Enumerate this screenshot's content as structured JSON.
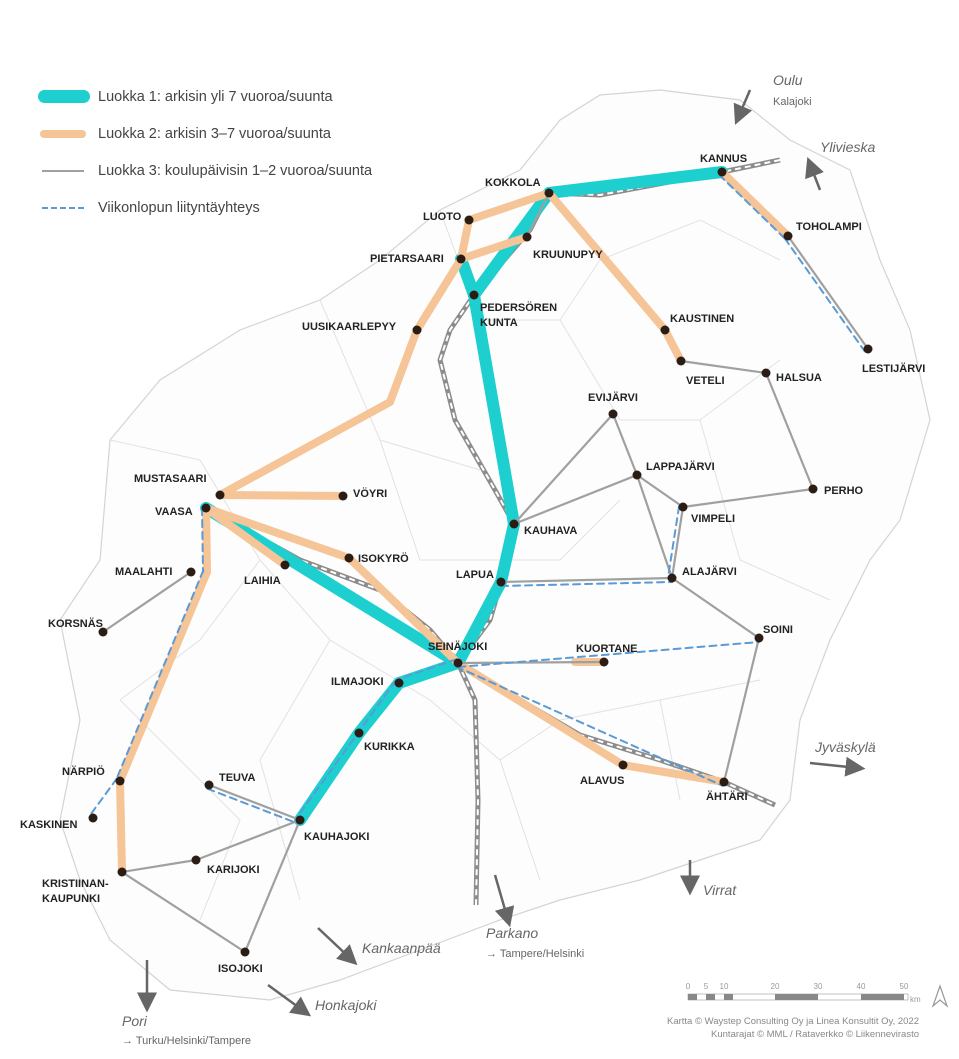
{
  "legend": {
    "class1": "Luokka  1: arkisin yli 7 vuoroa/suunta",
    "class2": "Luokka  2: arkisin 3–7 vuoroa/suunta",
    "class3": "Luokka  3: koulupäivisin  1–2 vuoroa/suunta",
    "weekend": "Viikonlopun  liityntäyhteys"
  },
  "colors": {
    "class1": "#1ecfd0",
    "class2": "#f5c497",
    "class3": "#a0a0a0",
    "weekend": "#5b9bd5",
    "node": "#2b1d14"
  },
  "nodes": {
    "kannus": "KANNUS",
    "kokkola": "KOKKOLA",
    "luoto": "LUOTO",
    "pietarsaari": "PIETARSAARI",
    "kruunupyy": "KRUUNUPYY",
    "pedersore1": "PEDERSÖREN",
    "pedersore2": "KUNTA",
    "uusikaarlepyy": "UUSIKAARLEPYY",
    "kaustinen": "KAUSTINEN",
    "veteli": "VETELI",
    "halsua": "HALSUA",
    "toholampi": "TOHOLAMPI",
    "lestijarvi": "LESTIJÄRVI",
    "evijarvi": "EVIJÄRVI",
    "lappajarvi": "LAPPAJÄRVI",
    "vimpeli": "VIMPELI",
    "perho": "PERHO",
    "alajarvi": "ALAJÄRVI",
    "kauhava": "KAUHAVA",
    "lapua": "LAPUA",
    "soini": "SOINI",
    "kuortane": "KUORTANE",
    "seinajoki": "SEINÄJOKI",
    "ilmajoki": "ILMAJOKI",
    "kurikka": "KURIKKA",
    "kauhajoki": "KAUHAJOKI",
    "teuva": "TEUVA",
    "karijoki": "KARIJOKI",
    "isojoki": "ISOJOKI",
    "kristiinankaupunki1": "KRISTIINAN-",
    "kristiinankaupunki2": "KAUPUNKI",
    "narpio": "NÄRPIÖ",
    "kaskinen": "KASKINEN",
    "korsnas": "KORSNÄS",
    "maalahti": "MAALAHTI",
    "vaasa": "VAASA",
    "mustasaari": "MUSTASAARI",
    "voyri": "VÖYRI",
    "laihia": "LAIHIA",
    "isokyro": "ISOKYRÖ",
    "alavus": "ALAVUS",
    "ahtari": "ÄHTÄRI"
  },
  "routes": {
    "class1": [
      [
        "kannus",
        "kokkola"
      ],
      [
        "kokkola",
        "pedersore"
      ],
      [
        "pietarsaari",
        "pedersore"
      ],
      [
        "pedersore",
        "kauhava"
      ],
      [
        "kauhava",
        "lapua"
      ],
      [
        "lapua",
        "seinajoki"
      ],
      [
        "vaasa",
        "seinajoki"
      ],
      [
        "seinajoki",
        "ilmajoki"
      ],
      [
        "ilmajoki",
        "kurikka"
      ],
      [
        "kurikka",
        "kauhajoki"
      ]
    ],
    "class2": [
      [
        "kokkola",
        "luoto"
      ],
      [
        "luoto",
        "pietarsaari"
      ],
      [
        "pietarsaari",
        "kruunupyy"
      ],
      [
        "kokkola",
        "kaustinen"
      ],
      [
        "kaustinen",
        "veteli"
      ],
      [
        "kannus",
        "toholampi"
      ],
      [
        "pietarsaari",
        "uusikaarlepyy"
      ],
      [
        "uusikaarlepyy",
        "bend1"
      ],
      [
        "bend1",
        "mustasaari"
      ],
      [
        "mustasaari",
        "voyri"
      ],
      [
        "vaasa",
        "laihia"
      ],
      [
        "vaasa",
        "isokyro"
      ],
      [
        "isokyro",
        "seinajoki"
      ],
      [
        "vaasa",
        "bend2"
      ],
      [
        "bend2",
        "narpio"
      ],
      [
        "narpio",
        "kristiinankaupunki"
      ],
      [
        "seinajoki",
        "alavus"
      ],
      [
        "alavus",
        "ahtari"
      ],
      [
        "kuortane",
        "kuortane2"
      ]
    ],
    "class3": [
      [
        "toholampi",
        "lestijarvi"
      ],
      [
        "veteli",
        "halsua"
      ],
      [
        "halsua",
        "perho"
      ],
      [
        "kauhava",
        "evijarvi"
      ],
      [
        "kauhava",
        "lappajarvi"
      ],
      [
        "evijarvi",
        "lappajarvi"
      ],
      [
        "lappajarvi",
        "alajarvi"
      ],
      [
        "lappajarvi",
        "vimpeli"
      ],
      [
        "vimpeli",
        "perho"
      ],
      [
        "vimpeli",
        "alajarvi"
      ],
      [
        "lapua",
        "alajarvi"
      ],
      [
        "alajarvi",
        "soini"
      ],
      [
        "soini",
        "ahtari"
      ],
      [
        "maalahti",
        "korsnas"
      ],
      [
        "kristiinankaupunki",
        "karijoki"
      ],
      [
        "karijoki",
        "kauhajoki"
      ],
      [
        "kristiinankaupunki",
        "isojoki"
      ],
      [
        "kauhajoki",
        "isojoki"
      ],
      [
        "teuva",
        "kauhajoki"
      ],
      [
        "seinajoki",
        "kuortane"
      ],
      [
        "kokkola",
        "kruunupyy"
      ]
    ],
    "weekend": [
      [
        "kannus",
        "toholampi"
      ],
      [
        "toholampi",
        "lestijarvi"
      ],
      [
        "vaasa",
        "bend2"
      ],
      [
        "bend2",
        "narpio"
      ],
      [
        "narpio",
        "kaskinen"
      ],
      [
        "lapua",
        "alajarvi"
      ],
      [
        "vimpeli",
        "alajarvi"
      ],
      [
        "seinajoki",
        "soini"
      ],
      [
        "seinajoki",
        "ilmajoki"
      ],
      [
        "ilmajoki",
        "kauhajoki"
      ],
      [
        "teuva",
        "kauhajoki"
      ],
      [
        "seinajoki",
        "ahtari"
      ]
    ]
  },
  "destinations": [
    {
      "name": "Oulu",
      "sub": "Kalajoki"
    },
    {
      "name": "Ylivieska",
      "sub": ""
    },
    {
      "name": "Jyväskylä",
      "sub": ""
    },
    {
      "name": "Virrat",
      "sub": ""
    },
    {
      "name": "Parkano",
      "sub": "→ Tampere/Helsinki"
    },
    {
      "name": "Kankaanpää",
      "sub": ""
    },
    {
      "name": "Honkajoki",
      "sub": ""
    },
    {
      "name": "Pori",
      "sub": "→ Turku/Helsinki/Tampere"
    }
  ],
  "scalebar": {
    "ticks": [
      "0",
      "5",
      "10",
      "20",
      "30",
      "40",
      "50"
    ],
    "unit": "km"
  },
  "credits": {
    "line1": "Kartta © Waystep Consulting Oy ja Linea Konsultit Oy, 2022",
    "line2": "Kuntarajat © MML / Rataverkko © Liikennevirasto"
  }
}
